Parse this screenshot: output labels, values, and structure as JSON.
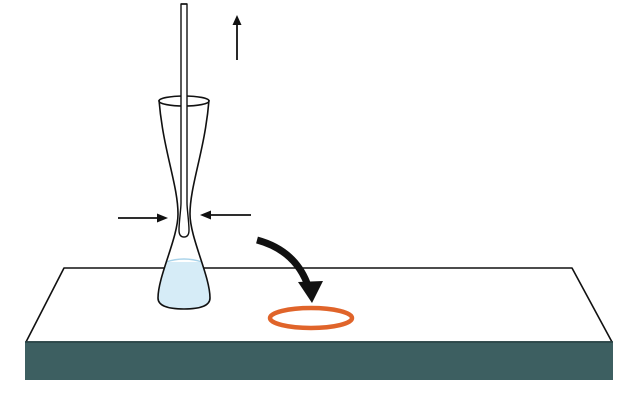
{
  "diagram": {
    "colors": {
      "background": "#ffffff",
      "line": "#111111",
      "bench_top": "#ffffff",
      "bench_front": "#3d5f61",
      "bench_edge_dark": "#2b4648",
      "liquid": "#d6ecf7",
      "liquid_surface": "#a9d3ea",
      "ring": "#e0642a",
      "glass": "#ffffff"
    },
    "elements": [
      "lab-bench",
      "glass-tube-with-narrow-neck",
      "rod-with-bulb-tip",
      "upward-arrow",
      "left-squeeze-arrow",
      "right-squeeze-arrow",
      "curved-arrow",
      "orange-ring"
    ]
  }
}
